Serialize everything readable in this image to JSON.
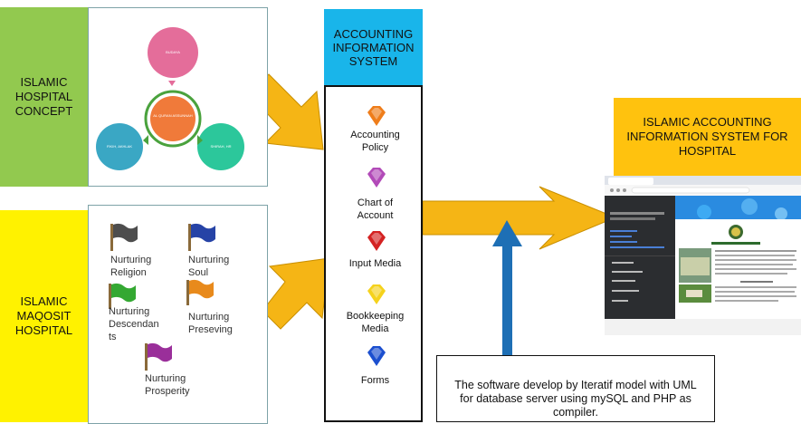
{
  "left_concepts": {
    "hospital_concept": "ISLAMIC\nHOSPITAL\nCONCEPT",
    "maqosit_hospital": "ISLAMIC\nMAQOSIT\nHOSPITAL"
  },
  "cycle_diagram": {
    "top_circle": "BUDAYA",
    "center_circle": "AL QURAN ASSUNNAH",
    "left_circle": "FIKIH, AKHLAK",
    "right_circle": "SHIRAH, HR",
    "colors": {
      "top": "#e46d9a",
      "center": "#f07a3a",
      "left": "#3aa7c4",
      "right": "#2cc79b",
      "ring": "#4aa23d"
    }
  },
  "maqosit_flags": [
    {
      "label": "Nurturing\nReligion",
      "color": "#4d4d4d"
    },
    {
      "label": "Nurturing\nSoul",
      "color": "#2643a6"
    },
    {
      "label": "Nurturing\nDescendan\nts",
      "color": "#34a832"
    },
    {
      "label": "Nurturing\nPreseving",
      "color": "#e88a1c"
    },
    {
      "label": "Nurturing\nProsperity",
      "color": "#9a2f9a"
    }
  ],
  "ais": {
    "header": "ACCOUNTING\nINFORMATION\nSYSTEM",
    "items": [
      {
        "label": "Accounting\nPolicy",
        "color": "#ef7d1a"
      },
      {
        "label": "Chart of\nAccount",
        "color": "#b24ab8"
      },
      {
        "label": "Input Media",
        "color": "#d42222"
      },
      {
        "label": "Bookkeeping\nMedia",
        "color": "#f5d21c"
      },
      {
        "label": "Forms",
        "color": "#1c4fcf"
      }
    ]
  },
  "result": {
    "header": "ISLAMIC ACCOUNTING\nINFORMATION SYSTEM FOR\nHOSPITAL"
  },
  "note": "The software develop by Iteratif model with UML\nfor database server using mySQL and PHP as\ncompiler.",
  "colors": {
    "arrow_yellow": "#f5b515",
    "arrow_blue": "#1e6fb5"
  }
}
